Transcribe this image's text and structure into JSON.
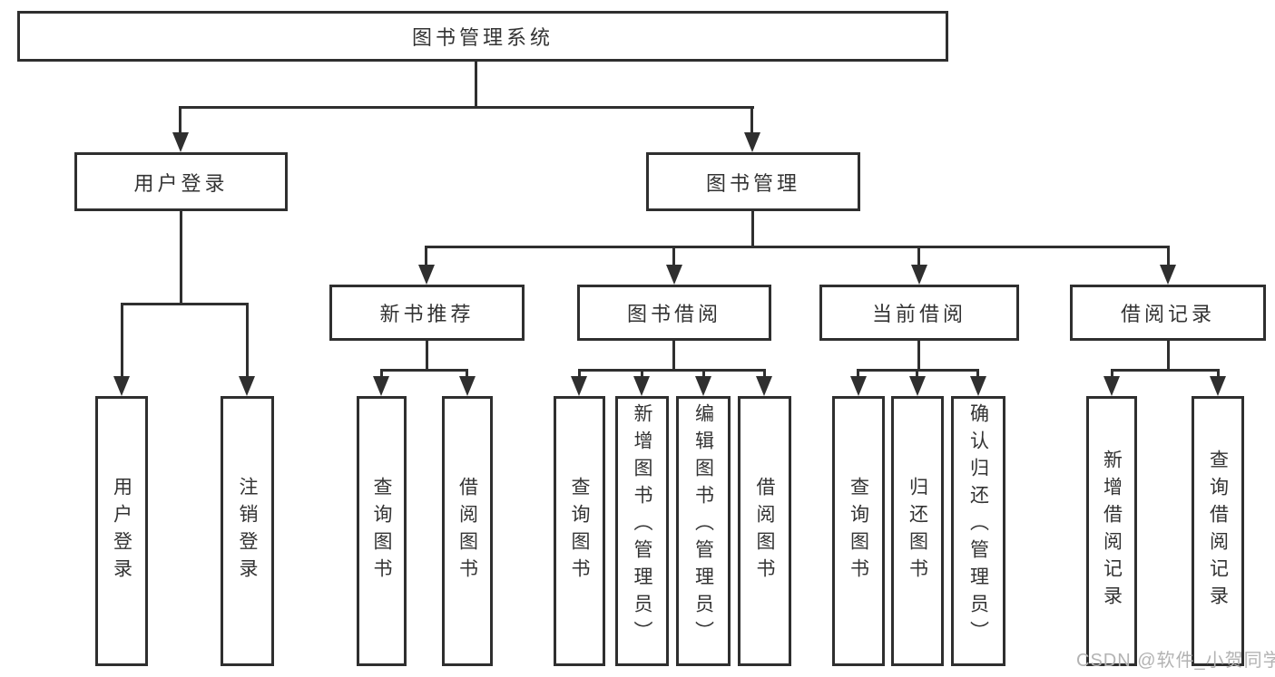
{
  "diagram": {
    "type": "tree",
    "root": {
      "label": "图书管理系统",
      "children": [
        {
          "label": "用户登录",
          "children": [
            {
              "label": "用户登录"
            },
            {
              "label": "注销登录"
            }
          ]
        },
        {
          "label": "图书管理",
          "children": [
            {
              "label": "新书推荐",
              "children": [
                {
                  "label": "查询图书"
                },
                {
                  "label": "借阅图书"
                }
              ]
            },
            {
              "label": "图书借阅",
              "children": [
                {
                  "label": "查询图书"
                },
                {
                  "label": "新增图书（管理员）"
                },
                {
                  "label": "编辑图书（管理员）"
                },
                {
                  "label": "借阅图书"
                }
              ]
            },
            {
              "label": "当前借阅",
              "children": [
                {
                  "label": "查询图书"
                },
                {
                  "label": "归还图书"
                },
                {
                  "label": "确认归还（管理员）"
                }
              ]
            },
            {
              "label": "借阅记录",
              "children": [
                {
                  "label": "新增借阅记录"
                },
                {
                  "label": "查询借阅记录"
                }
              ]
            }
          ]
        }
      ]
    }
  },
  "watermark": {
    "text": "CSDN @软件_小贺同学"
  },
  "colors": {
    "line": "#2f2f2f",
    "text": "#333333",
    "watermark": "#b3b3b3",
    "background": "#ffffff"
  }
}
